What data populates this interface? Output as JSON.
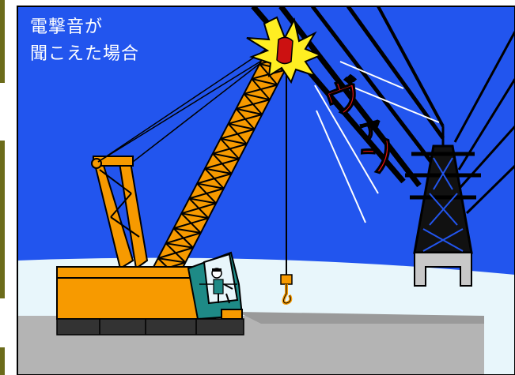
{
  "caption": {
    "line1": "電撃音が",
    "line2": "聞こえた場合"
  },
  "sound_effect": [
    "ヴ",
    "ァ",
    "ン"
  ],
  "colors": {
    "sky": "#2255ee",
    "snow": "#e8f6fb",
    "ground": "#b4b4b4",
    "crane_body": "#f79a00",
    "crane_track": "#333333",
    "cab": "#1e8a86",
    "spark": "#ffee22",
    "sound_text": "#ee1111",
    "tower": "#111111",
    "edge_strip": "#6b6b1a"
  },
  "icons": {
    "crane": "crawler-crane",
    "tower": "transmission-tower",
    "spark": "electric-spark",
    "hook": "crane-hook",
    "operator": "operator-figure"
  }
}
